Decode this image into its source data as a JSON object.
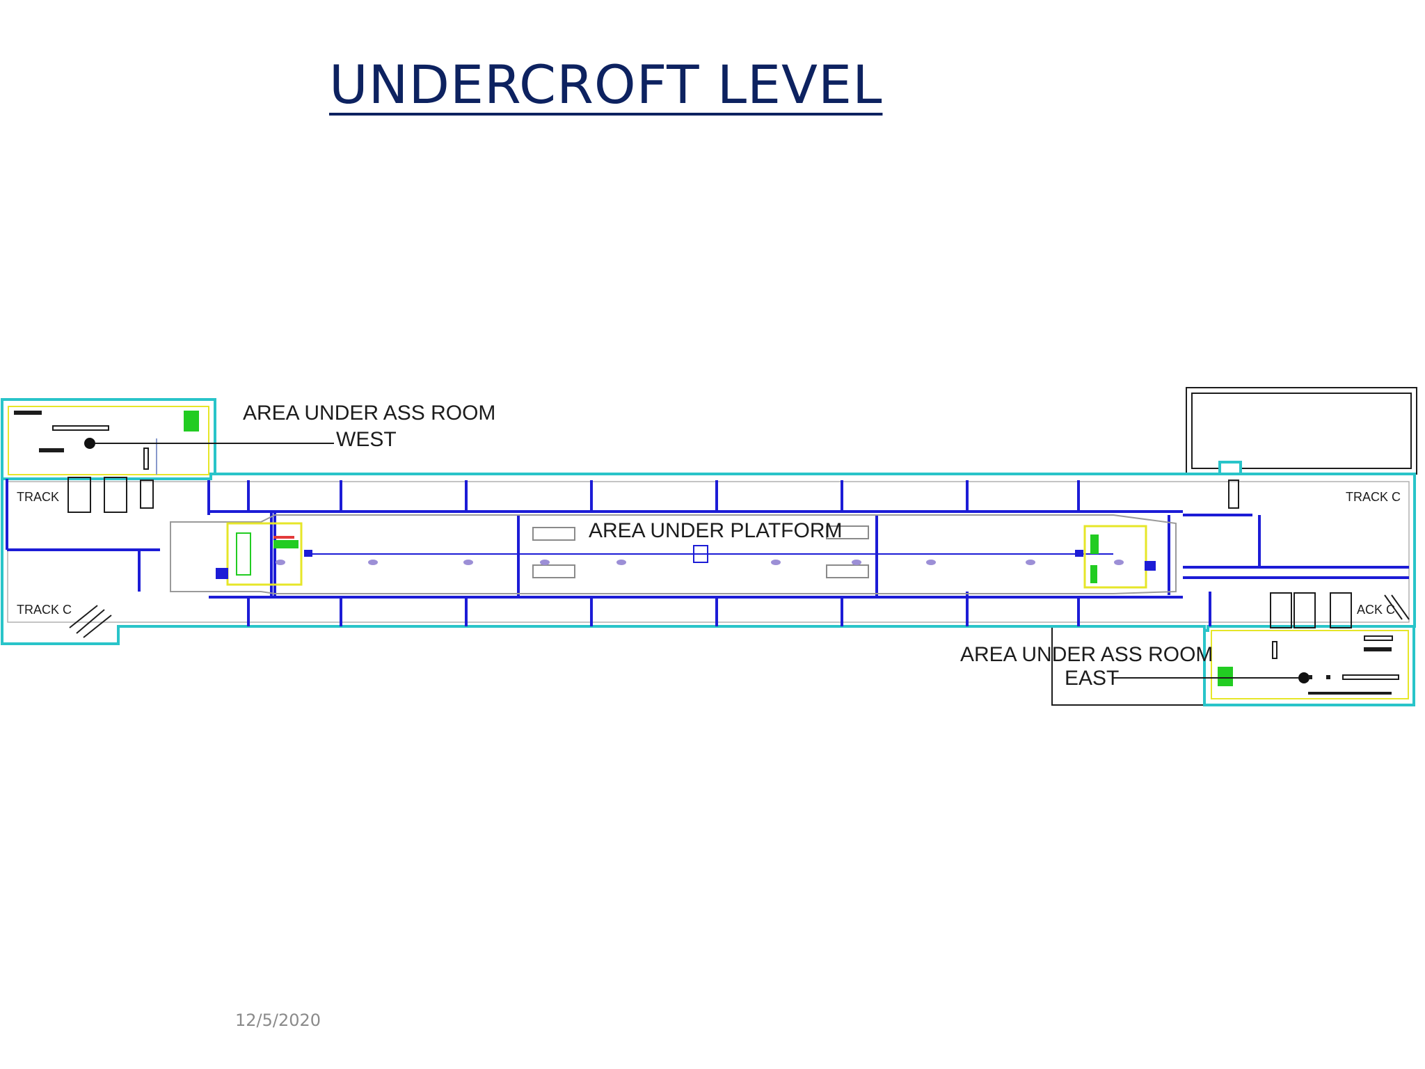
{
  "slide": {
    "title": "UNDERCROFT LEVEL",
    "date": "12/5/2020"
  },
  "plan": {
    "label_ass_west_1": "AREA UNDER ASS ROOM",
    "label_ass_west_2": "WEST",
    "label_platform": "AREA UNDER PLATFORM",
    "label_ass_east_1": "AREA UNDER ASS ROOM",
    "label_ass_east_2": "EAST",
    "label_track_nw": "TRACK",
    "label_track_sw": "TRACK C",
    "label_track_ne": "TRACK C",
    "label_track_se": "ACK C",
    "caption": "UNDERCROFT LEVEL"
  },
  "colors": {
    "title": "#0d2260",
    "outline": "#29c4c9",
    "walls": "#1c1cd6",
    "door_frame": "#e6e628",
    "equipment": "#22cc22",
    "column": "#9c8fd6"
  }
}
